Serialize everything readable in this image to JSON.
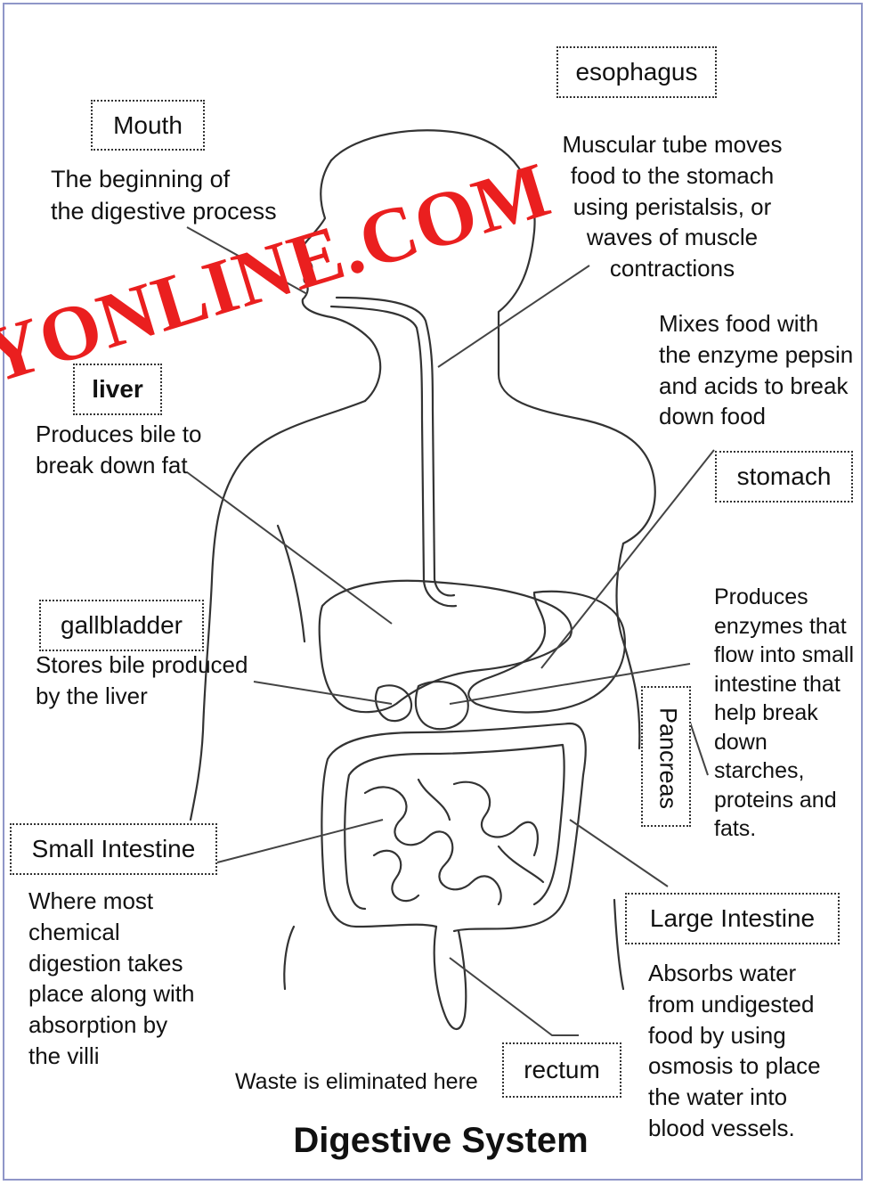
{
  "title": "Digestive System",
  "watermark": "YONLINE.COM",
  "labels": {
    "mouth": "Mouth",
    "esophagus": "esophagus",
    "liver": "liver",
    "stomach": "stomach",
    "gallbladder": "gallbladder",
    "pancreas": "Pancreas",
    "small_intestine": "Small Intestine",
    "large_intestine": "Large  Intestine",
    "rectum": "rectum"
  },
  "descriptions": {
    "mouth": "The beginning of\nthe digestive process",
    "esophagus": "Muscular tube moves\nfood to the stomach\nusing peristalsis, or\nwaves of muscle\ncontractions",
    "stomach": "Mixes food with\nthe enzyme pepsin\nand acids to break\ndown food",
    "liver": "Produces bile to\nbreak down fat",
    "gallbladder": "Stores bile produced\nby the liver",
    "pancreas": "Produces\nenzymes that\nflow into small\nintestine that\nhelp break\ndown\nstarches,\nproteins and\nfats.",
    "small_intestine": "Where most\nchemical\ndigestion takes\nplace along with\nabsorption  by\nthe villi",
    "large_intestine": "Absorbs water\nfrom undigested\nfood by using\nosmosis to place\nthe water into\nblood vessels.",
    "rectum": "Waste is eliminated here"
  },
  "colors": {
    "border": "#8f96c8",
    "watermark": "#ea1f1f",
    "line": "#444444"
  }
}
